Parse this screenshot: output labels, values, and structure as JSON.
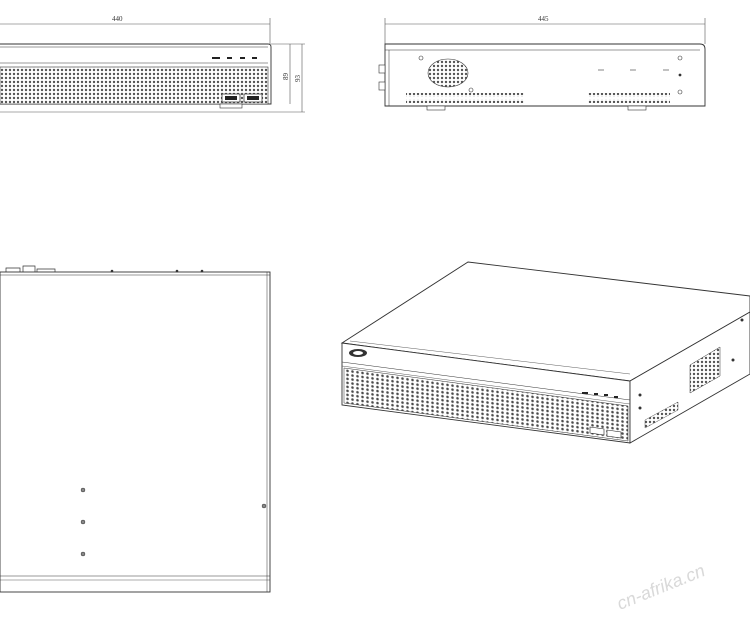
{
  "drawing": {
    "front_view": {
      "width_label": "440",
      "height_label_inner": "89",
      "height_label_outer": "93"
    },
    "side_view": {
      "width_label": "445"
    }
  },
  "watermark": {
    "text": "cn-afrika.cn"
  },
  "colors": {
    "line": "#333333",
    "mesh": "#555555",
    "watermark": "#d9d9d9"
  }
}
